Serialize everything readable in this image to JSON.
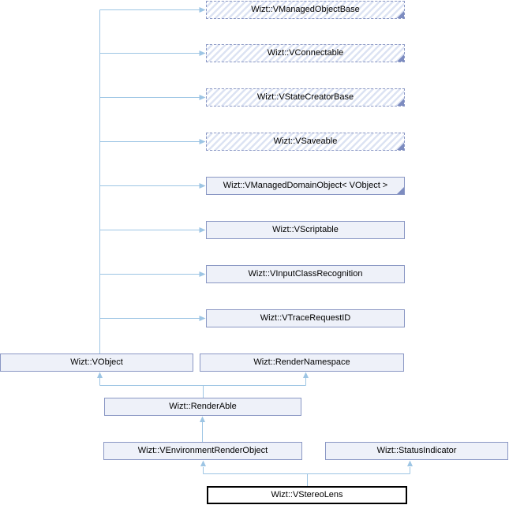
{
  "diagram": {
    "kind": "class-inheritance-graph",
    "current_class": "Wizt::VStereoLens",
    "colors": {
      "edge": "#9dc5e4",
      "node_border": "#8a97c4",
      "node_fill": "#eef1f9",
      "hatch_stripe": "#dce3f3",
      "fold_marker": "#7d8cc0",
      "current_border": "#000000",
      "background": "#ffffff"
    },
    "nodes": [
      {
        "label": "Wizt::VManagedObjectBase",
        "variant": "hatched",
        "truncated": true
      },
      {
        "label": "Wizt::VConnectable",
        "variant": "hatched",
        "truncated": true
      },
      {
        "label": "Wizt::VStateCreatorBase",
        "variant": "hatched",
        "truncated": true
      },
      {
        "label": "Wizt::VSaveable",
        "variant": "hatched",
        "truncated": true
      },
      {
        "label": "Wizt::VManagedDomainObject< VObject >",
        "variant": "solid",
        "truncated": true
      },
      {
        "label": "Wizt::VScriptable",
        "variant": "solid",
        "truncated": false
      },
      {
        "label": "Wizt::VInputClassRecognition",
        "variant": "solid",
        "truncated": false
      },
      {
        "label": "Wizt::VTraceRequestID",
        "variant": "solid",
        "truncated": false
      },
      {
        "label": "Wizt::VObject",
        "variant": "solid",
        "truncated": false
      },
      {
        "label": "Wizt::RenderNamespace",
        "variant": "solid",
        "truncated": false
      },
      {
        "label": "Wizt::RenderAble",
        "variant": "solid",
        "truncated": false
      },
      {
        "label": "Wizt::VEnvironmentRenderObject",
        "variant": "solid",
        "truncated": false
      },
      {
        "label": "Wizt::StatusIndicator",
        "variant": "solid",
        "truncated": false
      },
      {
        "label": "Wizt::VStereoLens",
        "variant": "current",
        "truncated": false
      }
    ],
    "inheritance_arrows": [
      {
        "from": "Wizt::VObject",
        "to": "Wizt::VManagedObjectBase"
      },
      {
        "from": "Wizt::VObject",
        "to": "Wizt::VConnectable"
      },
      {
        "from": "Wizt::VObject",
        "to": "Wizt::VStateCreatorBase"
      },
      {
        "from": "Wizt::VObject",
        "to": "Wizt::VSaveable"
      },
      {
        "from": "Wizt::VObject",
        "to": "Wizt::VManagedDomainObject< VObject >"
      },
      {
        "from": "Wizt::VObject",
        "to": "Wizt::VScriptable"
      },
      {
        "from": "Wizt::VObject",
        "to": "Wizt::VInputClassRecognition"
      },
      {
        "from": "Wizt::VObject",
        "to": "Wizt::VTraceRequestID"
      },
      {
        "from": "Wizt::RenderAble",
        "to": "Wizt::VObject"
      },
      {
        "from": "Wizt::RenderAble",
        "to": "Wizt::RenderNamespace"
      },
      {
        "from": "Wizt::VEnvironmentRenderObject",
        "to": "Wizt::RenderAble"
      },
      {
        "from": "Wizt::VStereoLens",
        "to": "Wizt::VEnvironmentRenderObject"
      },
      {
        "from": "Wizt::VStereoLens",
        "to": "Wizt::StatusIndicator"
      }
    ]
  }
}
